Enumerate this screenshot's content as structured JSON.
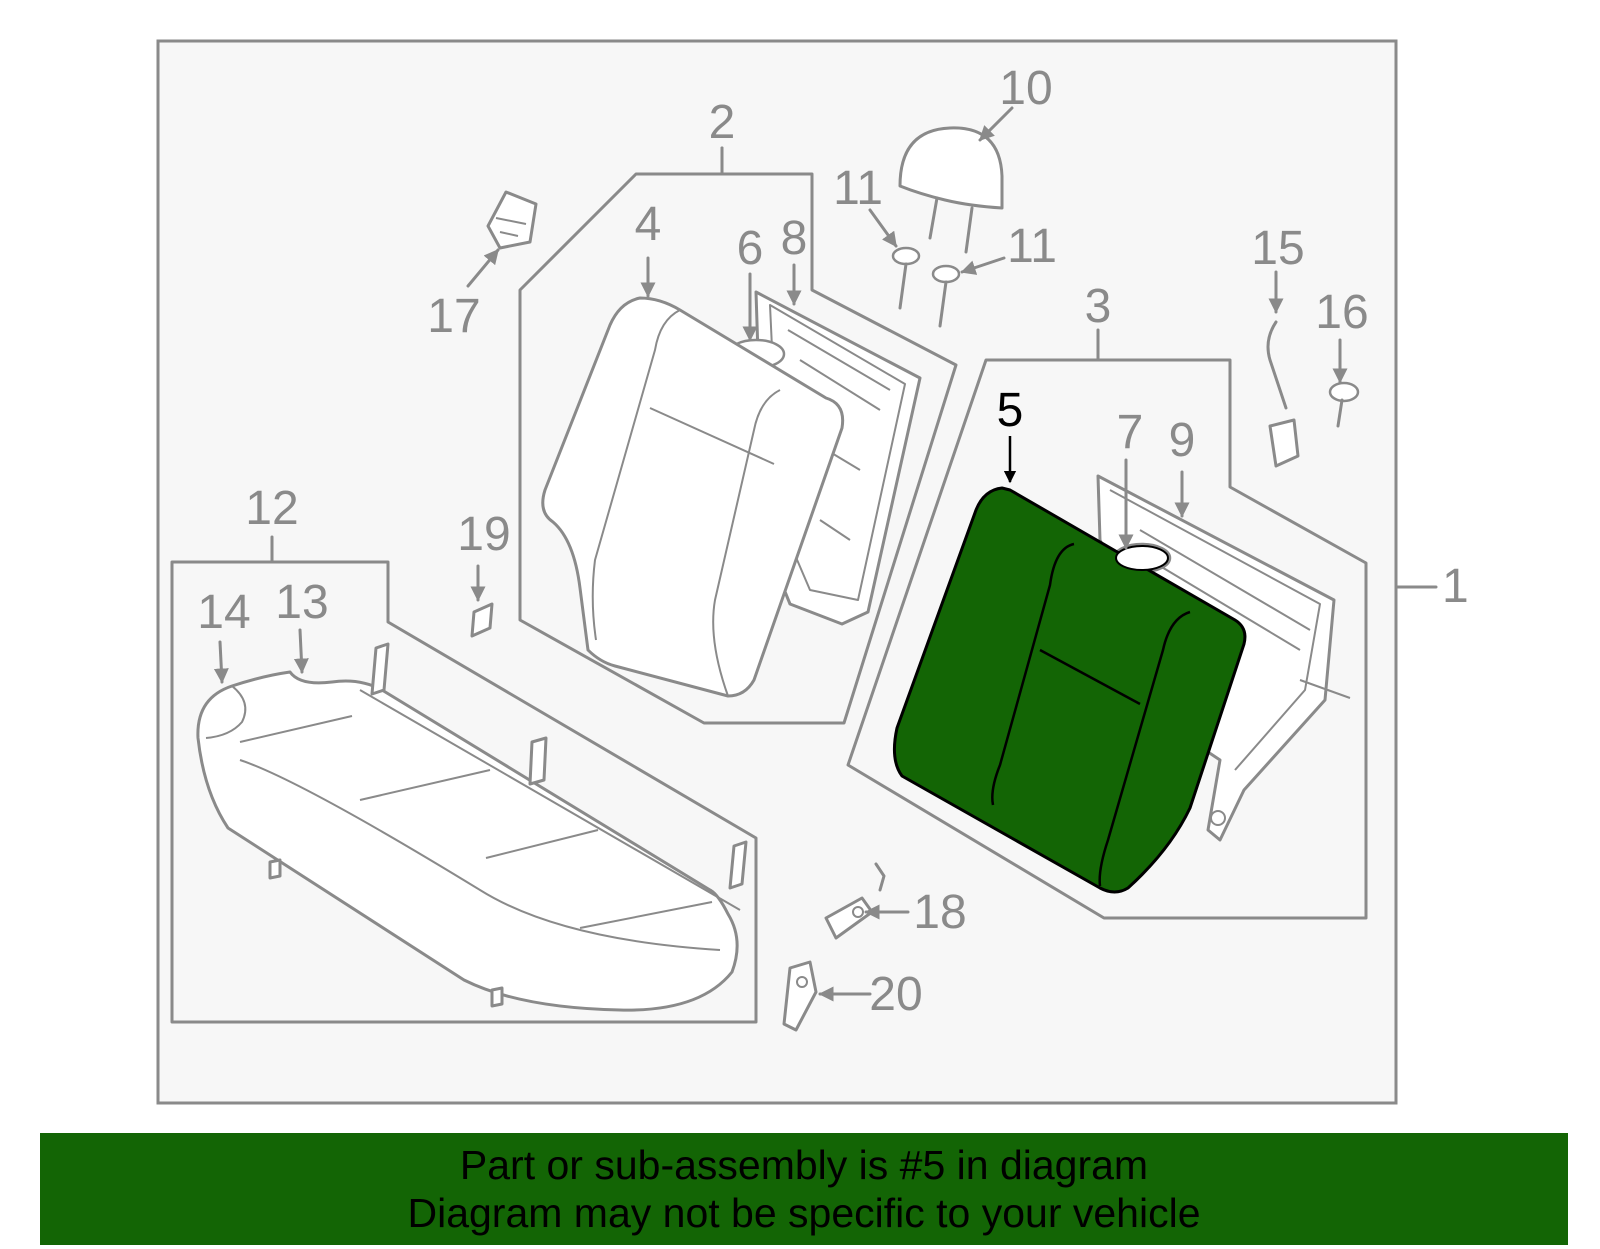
{
  "colors": {
    "highlight": "#136505",
    "banner": "#136505",
    "line": "#8a8a8a",
    "frame_bg": "#f7f7f7"
  },
  "callouts": {
    "c1": "1",
    "c2": "2",
    "c3": "3",
    "c4": "4",
    "c5": "5",
    "c6": "6",
    "c7": "7",
    "c8": "8",
    "c9": "9",
    "c10": "10",
    "c11a": "11",
    "c11b": "11",
    "c12": "12",
    "c13": "13",
    "c14": "14",
    "c15": "15",
    "c16": "16",
    "c17": "17",
    "c18": "18",
    "c19": "19",
    "c20": "20"
  },
  "highlighted_part": "5",
  "banner": {
    "line1": "Part or sub-assembly is #5 in diagram",
    "line2": "Diagram may not be specific to your vehicle"
  }
}
